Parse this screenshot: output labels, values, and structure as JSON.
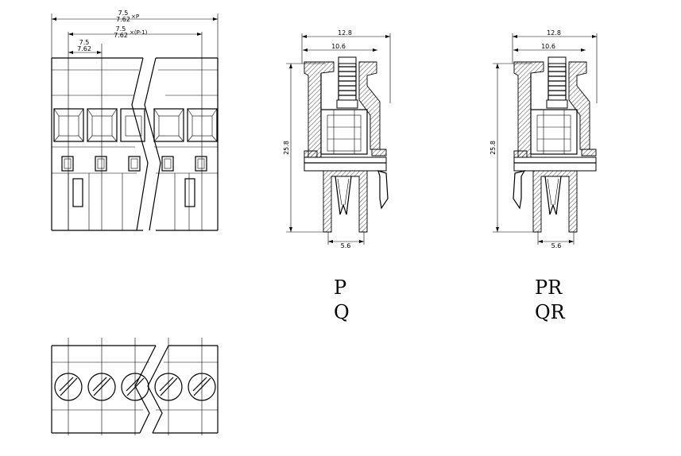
{
  "front_view": {
    "dim_pitch_total_top": "7.5",
    "dim_pitch_total_bottom": "7.62",
    "dim_pitch_total_suffix": "×P",
    "dim_pitch_span_top": "7.5",
    "dim_pitch_span_bottom": "7.62",
    "dim_pitch_span_suffix": "×(P-1)",
    "dim_pitch_single_top": "7.5",
    "dim_pitch_single_bottom": "7.62"
  },
  "section_left": {
    "dim_width_outer": "12.8",
    "dim_width_inner": "10.6",
    "dim_height": "25.8",
    "dim_pin": "5.6",
    "label_line1": "P",
    "label_line2": "Q"
  },
  "section_right": {
    "dim_width_outer": "12.8",
    "dim_width_inner": "10.6",
    "dim_height": "25.8",
    "dim_pin": "5.6",
    "label_line1": "PR",
    "label_line2": "QR"
  }
}
